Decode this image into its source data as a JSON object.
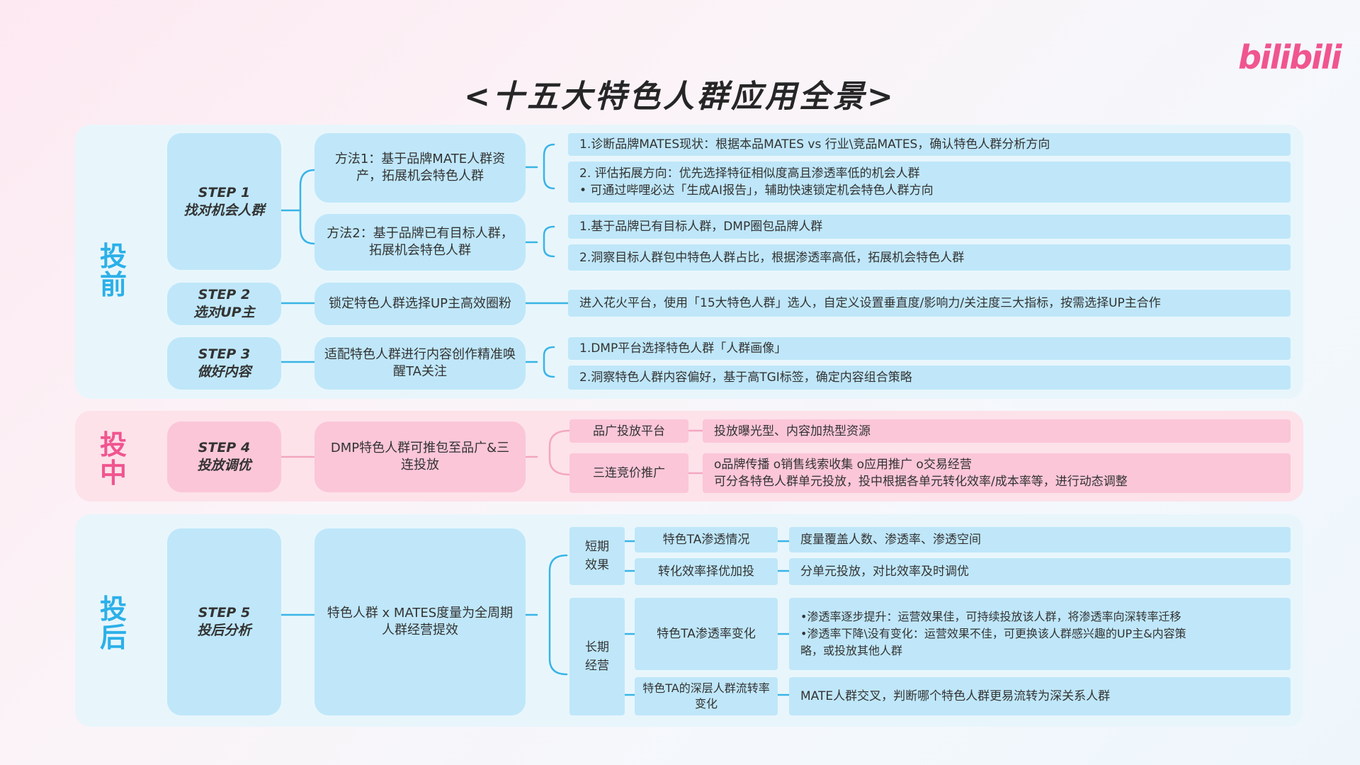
{
  "title": "<十五大特色人群应用全景>",
  "logo": "bilibili",
  "colors": {
    "blue": "#bfe7f9",
    "pink": "#fbc6d8",
    "line_blue": "#39b4e6",
    "line_pink": "#f4a7c0",
    "title": "#262626",
    "logo": "#f0558f"
  },
  "phases": {
    "before": "投前",
    "during": "投中",
    "after": "投后"
  },
  "steps": {
    "s1": {
      "num": "STEP 1",
      "name": "找对机会人群"
    },
    "s2": {
      "num": "STEP 2",
      "name": "选对UP主"
    },
    "s3": {
      "num": "STEP 3",
      "name": "做好内容"
    },
    "s4": {
      "num": "STEP 4",
      "name": "投放调优"
    },
    "s5": {
      "num": "STEP 5",
      "name": "投后分析"
    }
  },
  "methods": {
    "m1": "方法1：基于品牌MATE人群资产，拓展机会特色人群",
    "m2": "方法2：基于品牌已有目标人群，拓展机会特色人群",
    "m3": "锁定特色人群选择UP主高效圈粉",
    "m4": "适配特色人群进行内容创作精准唤醒TA关注",
    "m5": "DMP特色人群可推包至品广&三连投放",
    "m6": "特色人群 x MATES度量为全周期人群经营提效"
  },
  "details": {
    "d1": "1.诊断品牌MATES现状：根据本品MATES vs 行业\\竞品MATES，确认特色人群分析方向",
    "d2a": "2. 评估拓展方向：优先选择特征相似度高且渗透率低的机会人群",
    "d2b": "• 可通过哔哩必达「生成AI报告」，辅助快速锁定机会特色人群方向",
    "d3": "1.基于品牌已有目标人群，DMP圈包品牌人群",
    "d4": "2.洞察目标人群包中特色人群占比，根据渗透率高低，拓展机会特色人群",
    "d5": "进入花火平台，使用「15大特色人群」选人，自定义设置垂直度/影响力/关注度三大指标，按需选择UP主合作",
    "d6": "1.DMP平台选择特色人群「人群画像」",
    "d7": "2.洞察特色人群内容偏好，基于高TGI标签，确定内容组合策略"
  },
  "during": {
    "p1_label": "品广投放平台",
    "p1_text": "投放曝光型、内容加热型资源",
    "p2_label": "三连竞价推广",
    "p2_line1": "o品牌传播 o销售线索收集 o应用推广 o交易经营",
    "p2_line2": "可分各特色人群单元投放，投中根据各单元转化效率/成本率等，进行动态调整"
  },
  "after": {
    "short_label": "短期效果",
    "long_label": "长期经营",
    "r1_label": "特色TA渗透情况",
    "r1_text": "度量覆盖人数、渗透率、渗透空间",
    "r2_label": "转化效率择优加投",
    "r2_text": "分单元投放，对比效率及时调优",
    "r3_label": "特色TA渗透率变化",
    "r3_line1": "•渗透率逐步提升：运营效果佳，可持续投放该人群，将渗透率向深转率迁移",
    "r3_line2": "•渗透率下降\\没有变化：运营效果不佳，可更换该人群感兴趣的UP主&内容策",
    "r3_line3": "略，或投放其他人群",
    "r4_label": "特色TA的深层人群流转率变化",
    "r4_text": "MATE人群交叉，判断哪个特色人群更易流转为深关系人群"
  }
}
